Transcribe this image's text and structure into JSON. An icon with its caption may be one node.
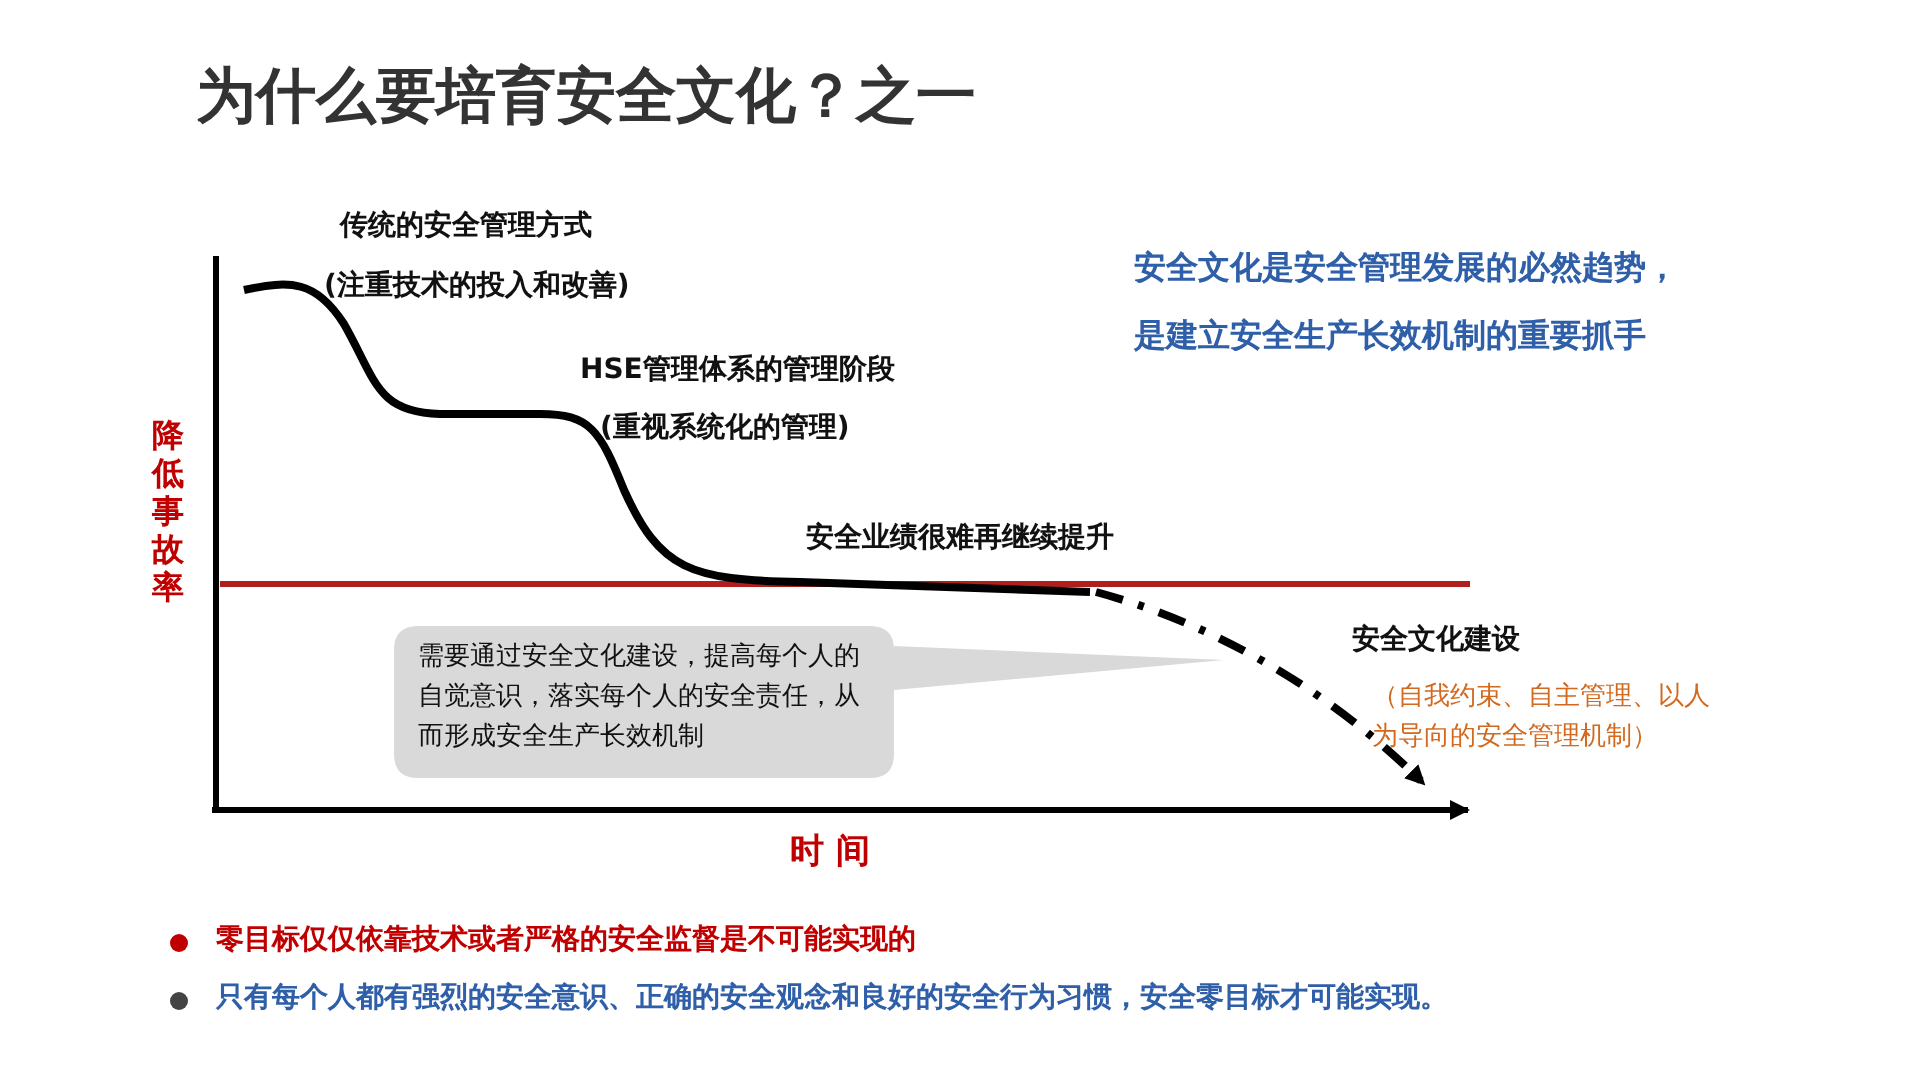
{
  "diagram": {
    "title": "为什么要培育安全文化？之一",
    "nodes": [
      {
        "text": [
          "需要通过安全文化建设，提高每个人的自觉意识，落实每个人的安全责任，从而形成安全生产长效机制"
        ]
      }
    ],
    "labels": [
      "传统的安全管理方式",
      "(注重技术的投入和改善)",
      "安全文化是安全管理发展的必然趋势，",
      "是建立安全生产长效机制的重要抓手",
      "HSE管理体系的管理阶段",
      "(重视系统化的管理)",
      "降低事故率",
      "安全业绩很难再继续提升",
      "安全文化建设",
      "（自我约束、自主管理、以人为导向的安全管理机制）",
      "时 间",
      "零目标仅仅依靠技术或者严格的安全监督是不可能实现的",
      "只有每个人都有强烈的安全意识、正确的安全观念和良好的安全行为习惯，安全零目标才可能实现。"
    ]
  }
}
